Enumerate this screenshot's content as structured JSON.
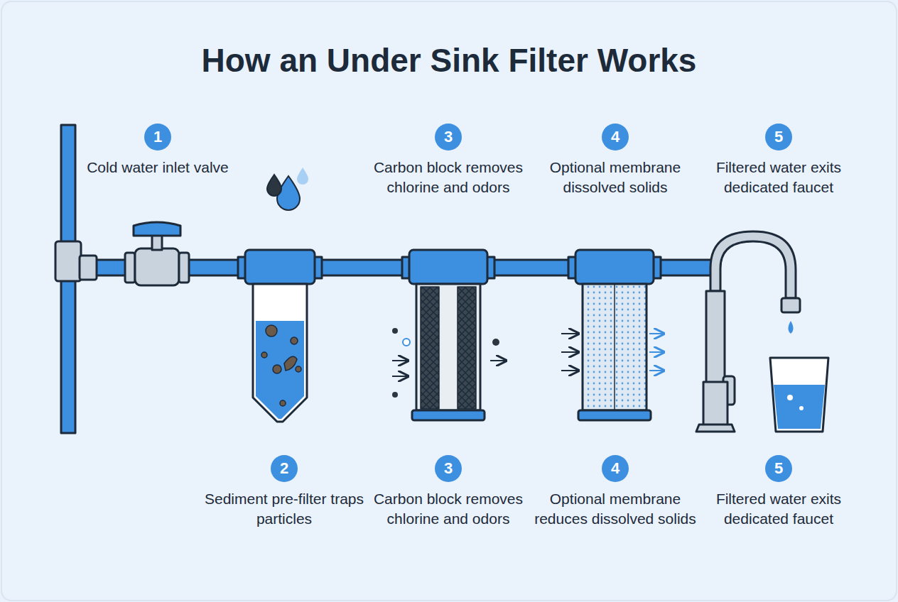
{
  "diagram": {
    "title": "How an Under Sink Filter Works",
    "nodes": [
      {
        "text": [
          "1",
          "Cold water inlet valve"
        ]
      },
      {
        "text": [
          "3",
          "Carbon block removes chlorine and odors"
        ]
      },
      {
        "text": [
          "4",
          "Optional membrane dissolved solids"
        ]
      },
      {
        "text": [
          "5",
          "Filtered water exits dedicated faucet"
        ]
      },
      {
        "text": [
          "2",
          "Sediment pre-filter traps particles"
        ]
      },
      {
        "text": [
          "3",
          "Carbon block removes chlorine and odors"
        ]
      },
      {
        "text": [
          "4",
          "Optional membrane reduces dissolved solids"
        ]
      },
      {
        "text": [
          "5",
          "Filtered water exits dedicated faucet"
        ]
      }
    ]
  }
}
